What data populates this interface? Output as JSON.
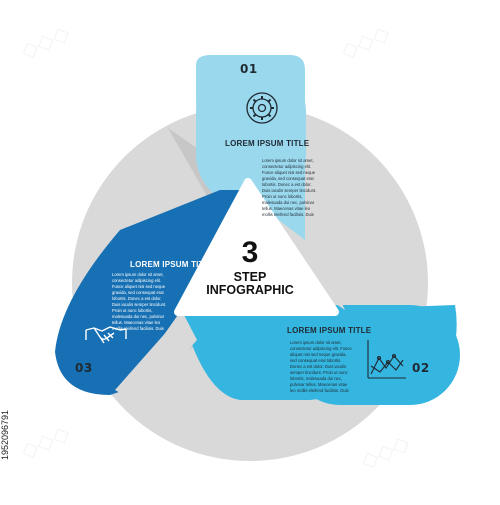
{
  "center": {
    "number": "3",
    "line1": "STEP",
    "line2": "INFOGRAPHIC"
  },
  "steps": [
    {
      "number": "01",
      "title": "LOREM IPSUM TITLE",
      "body": "Lorem ipsum dolor sit amet, consectetur adipiscing elit. Fusce aliquet nisi sed neque gravida, sed consequat erat lobortis. Donec a est dolor. Duis iaculis semper tincidunt. Proin ut nunc lobortis, malesuada dui nec, pulvinar tellus. Maecenas vitae leo mollis eleifend facilisis. Duis",
      "icon": "gear-icon",
      "color": "#9ad8ee"
    },
    {
      "number": "02",
      "title": "LOREM IPSUM TITLE",
      "body": "Lorem ipsum dolor sit amet, consectetur adipiscing elit. Fusce aliquet nisi sed neque gravida, sed consequat erat lobortis. Donec a est dolor. Duis iaculis semper tincidunt. Proin ut nunc lobortis, malesuada dui nec, pulvinar tellus. Maecenas vitae leo mollis eleifend facilisis. Duis",
      "icon": "line-chart-icon",
      "color": "#35b6e0"
    },
    {
      "number": "03",
      "title": "LOREM IPSUM TITLE",
      "body": "Lorem ipsum dolor sit amet, consectetur adipiscing elit. Fusce aliquet nisi sed neque gravida, sed consequat erat lobortis. Donec a est dolor. Duis iaculis semper tincidunt. Proin ut nunc lobortis, malesuada dui nec, pulvinar tellus. Maecenas vitae leo mollis eleifend facilisis. Duis",
      "icon": "handshake-icon",
      "color": "#1670b3"
    }
  ],
  "colors": {
    "ring": "#d9d9d9",
    "ring_shadow": "#c9c9c9",
    "dark_text": "#1f2a33"
  },
  "stock_id": "1952096791"
}
